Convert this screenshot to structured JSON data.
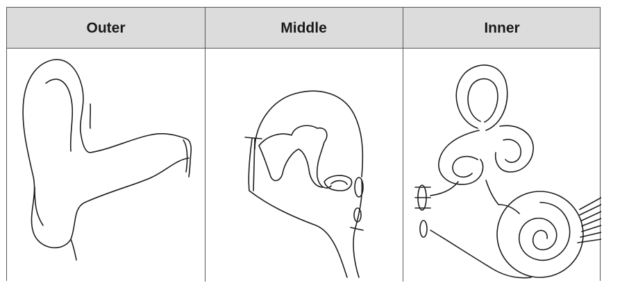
{
  "table": {
    "columns": [
      {
        "label": "Outer"
      },
      {
        "label": "Middle"
      },
      {
        "label": "Inner"
      }
    ]
  }
}
